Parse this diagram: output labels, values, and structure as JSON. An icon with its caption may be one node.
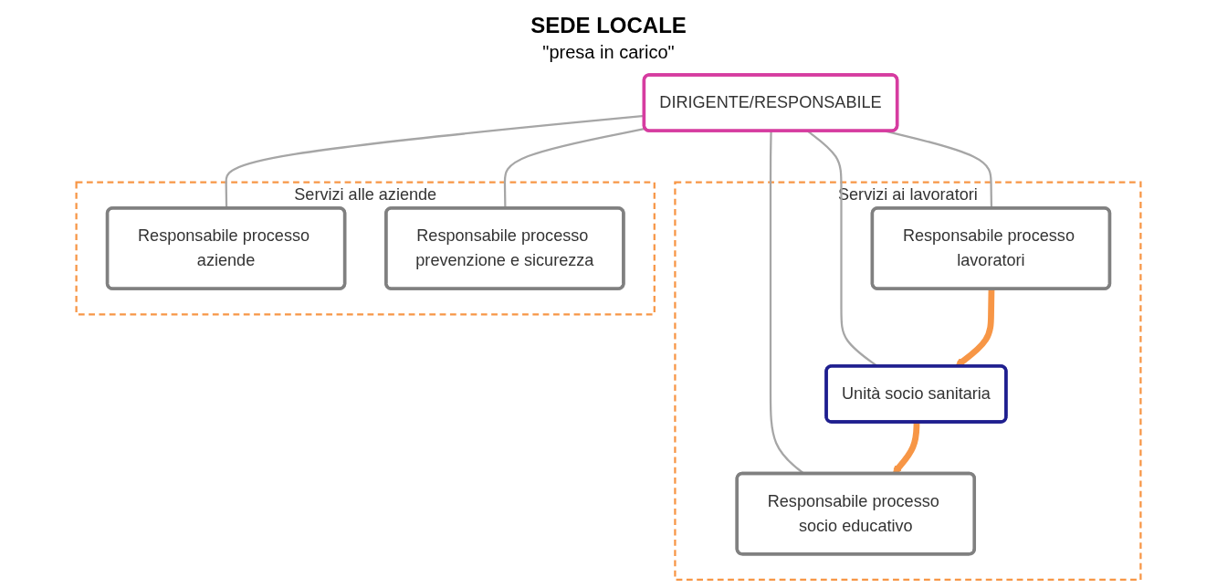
{
  "diagram": {
    "title": "SEDE LOCALE",
    "nodes": [
      {
        "text": [
          "DIRIGENTE/RESPONSABILE"
        ]
      },
      {
        "text": [
          "Servizi ai lavoratori"
        ]
      },
      {
        "text": [
          "Unità socio sanitaria"
        ],
        "in": 1
      },
      {
        "text": [
          "Servizi alle aziende"
        ]
      },
      {
        "text": [
          "Responsabile processo aziende"
        ],
        "in": 3
      },
      {
        "text": [
          "Responsabile processo prevenzione e sicurezza"
        ],
        "in": 3
      },
      {
        "text": [
          "Responsabile processo lavoratori"
        ],
        "in": 1
      },
      {
        "text": [
          "Responsabile processo socio educativo"
        ],
        "in": 1
      }
    ],
    "edges": [
      {
        "from": 0,
        "to": 2,
        "arrow": "none"
      },
      {
        "from": 0,
        "to": 4,
        "arrow": "none"
      },
      {
        "from": 0,
        "to": 5,
        "arrow": "none"
      },
      {
        "from": 0,
        "to": 6,
        "arrow": "none"
      },
      {
        "from": 0,
        "to": 7,
        "arrow": "none"
      },
      {
        "from": 6,
        "to": 2,
        "arrow": "to",
        "style": "thick",
        "color": "#f79646"
      },
      {
        "from": 2,
        "to": 7,
        "arrow": "to",
        "style": "thick",
        "color": "#f79646"
      }
    ],
    "labels": [
      "\"presa in carico\""
    ]
  }
}
